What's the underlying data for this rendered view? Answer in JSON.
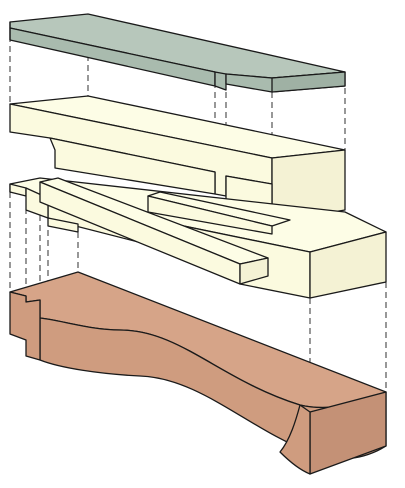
{
  "colors": {
    "background": "#ffffff",
    "top_plate": "#b7c7bb",
    "middle_layers": "#fdfde6",
    "base_block": "#d6a488",
    "line": "#1a1a1a"
  },
  "figure": {
    "description_kind": "exploded-isometric-assembly",
    "parts": [
      "top-plate",
      "upper-block",
      "rail-block",
      "base-block"
    ]
  }
}
